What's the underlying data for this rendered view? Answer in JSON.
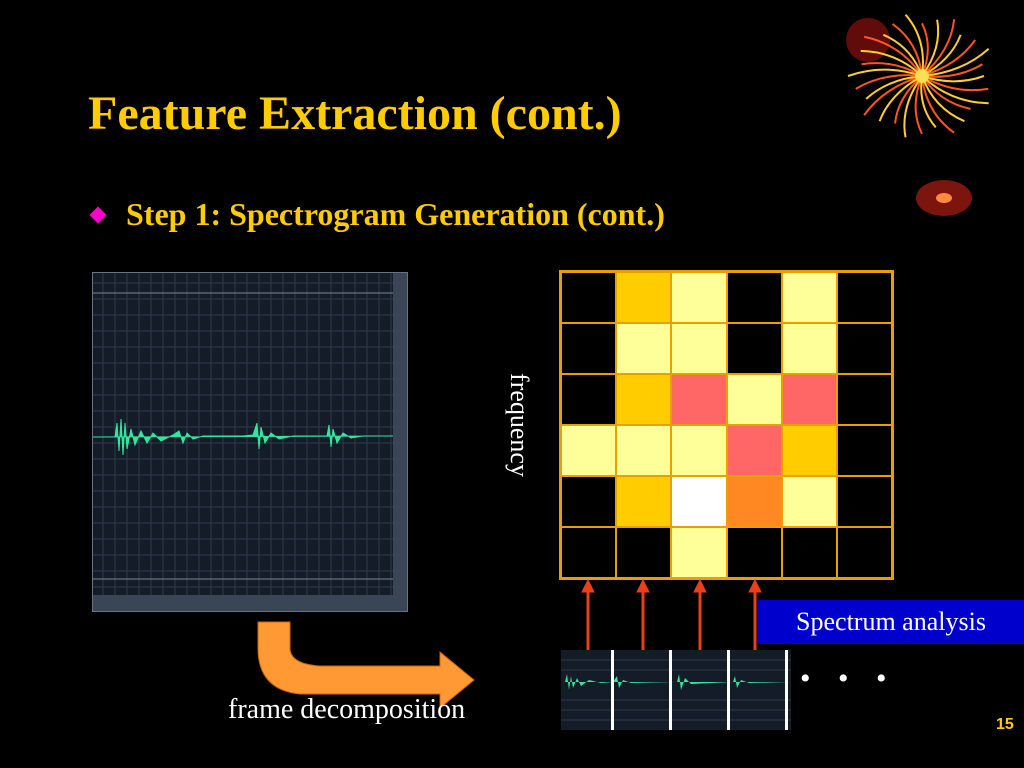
{
  "slide": {
    "title": "Feature Extraction (cont.)",
    "bullet": "Step 1: Spectrogram Generation (cont.)",
    "page_number": "15"
  },
  "figure": {
    "frequency_label": "frequency",
    "spectrum_label": "Spectrum analysis",
    "frame_label": "frame decomposition",
    "ellipsis": "• • •",
    "spectrogram": {
      "rows": 6,
      "cols": 6,
      "cells": [
        [
          "black",
          "gold",
          "pale",
          "black",
          "pale",
          "black"
        ],
        [
          "black",
          "pale",
          "pale",
          "black",
          "pale",
          "black"
        ],
        [
          "black",
          "gold",
          "salmon",
          "pale",
          "salmon",
          "black"
        ],
        [
          "pale",
          "pale",
          "pale",
          "salmon",
          "gold",
          "black"
        ],
        [
          "black",
          "gold",
          "white",
          "orange",
          "pale",
          "black"
        ],
        [
          "black",
          "black",
          "pale",
          "black",
          "black",
          "black"
        ]
      ]
    }
  },
  "colors": {
    "title": "#FFCC00",
    "bullet_icon": "#FF00CC",
    "waveform": "#33E6A0",
    "arrow_red": "#E8401A",
    "decomposition_arrow": "#FF9933",
    "spectrum_label_bg": "#0000CC",
    "palette": {
      "black": "#000000",
      "gold": "#FFCC00",
      "pale": "#FFFF99",
      "salmon": "#FF6666",
      "white": "#FFFFFF",
      "orange": "#FF8822"
    }
  },
  "icons": {
    "bullet": "diamond-bullet-icon",
    "decoration": "fireworks-icon"
  }
}
